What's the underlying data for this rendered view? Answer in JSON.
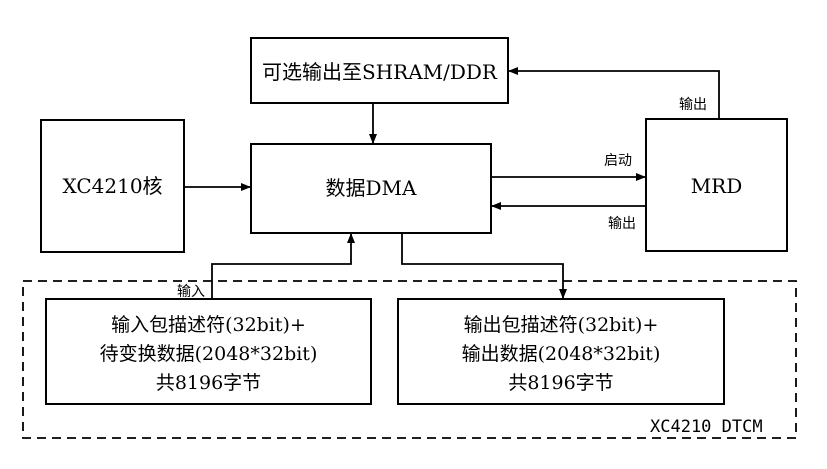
{
  "blocks": {
    "shram": "可选输出至SHRAM/DDR",
    "core": "XC4210核",
    "dma": "数据DMA",
    "mrd": "MRD",
    "input_desc": [
      "输入包描述符(32bit)+",
      "待变换数据(2048*32bit)",
      "共8196字节"
    ],
    "output_desc": [
      "输出包描述符(32bit)+",
      "输出数据(2048*32bit)",
      "共8196字节"
    ],
    "dtcm": "XC4210 DTCM"
  },
  "edges": {
    "mrd_to_shram": "输出",
    "dma_to_mrd": "启动",
    "mrd_to_dma": "输出",
    "input_to_dma": "输入"
  }
}
